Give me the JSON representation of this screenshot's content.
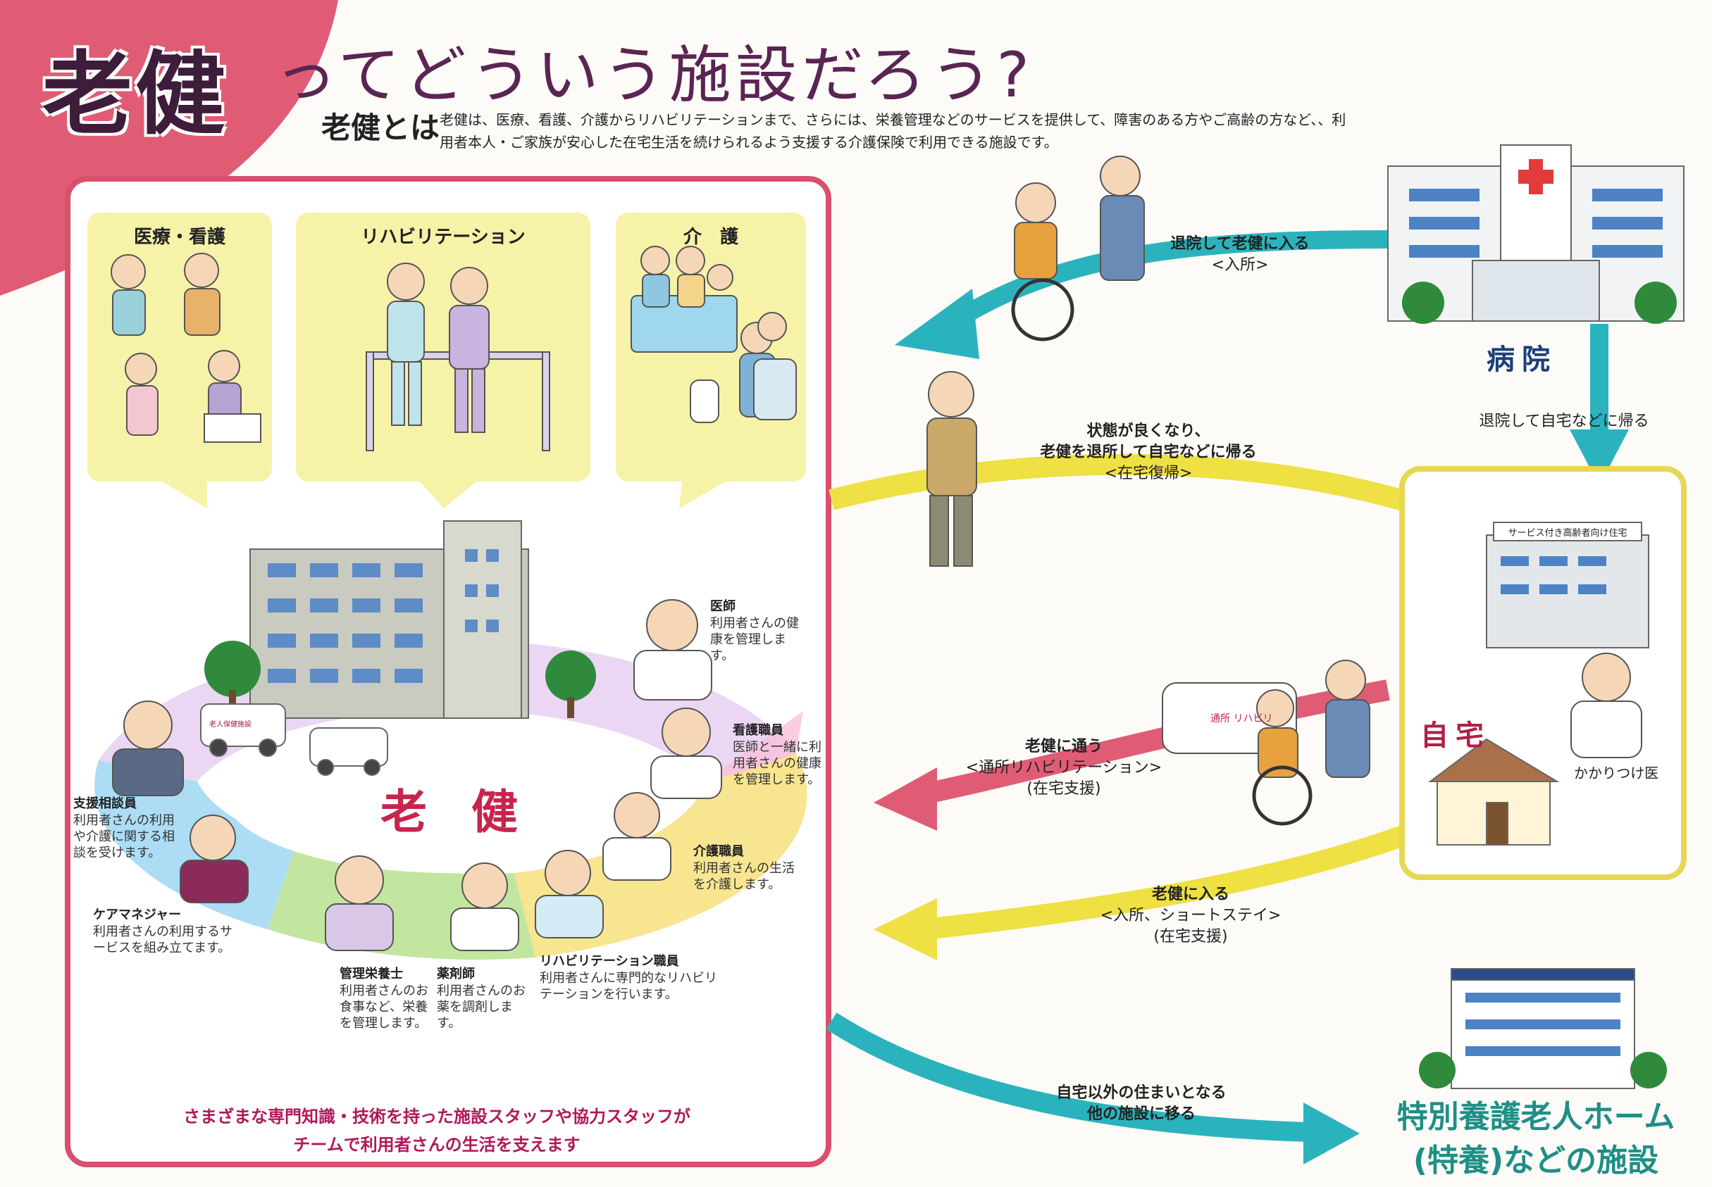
{
  "title": {
    "main": "老健",
    "rest": "ってどういう施設だろう?"
  },
  "about": {
    "label": "老健とは",
    "text": "老健は、医療、看護、介護からリハビリテーションまで、さらには、栄養管理などのサービスを提供して、障害のある方やご高齢の方など、、利用者本人・ご家族が安心した在宅生活を続けられるよう支援する介護保険で利用できる施設です。"
  },
  "categories": [
    "医療・看護",
    "リハビリテーション",
    "介　護"
  ],
  "center_label": "老 健",
  "roles": [
    {
      "name": "医師",
      "desc": "利用者さんの健康を管理します。"
    },
    {
      "name": "看護職員",
      "desc": "医師と一緒に利用者さんの健康を管理します。"
    },
    {
      "name": "介護職員",
      "desc": "利用者さんの生活を介護します。"
    },
    {
      "name": "リハビリテーション職員",
      "desc": "利用者さんに専門的なリハビリテーションを行います。"
    },
    {
      "name": "薬剤師",
      "desc": "利用者さんのお薬を調剤します。"
    },
    {
      "name": "管理栄養士",
      "desc": "利用者さんのお食事など、栄養を管理します。"
    },
    {
      "name": "ケアマネジャー",
      "desc": "利用者さんの利用するサービスを組み立てます。"
    },
    {
      "name": "支援相談員",
      "desc": "利用者さんの利用や介護に関する相談を受けます。"
    }
  ],
  "footer": {
    "line1": "さまざまな専門知識・技術を持った施設スタッフや協力スタッフが",
    "line2": "チームで利用者さんの生活を支えます"
  },
  "flows": {
    "admission_from_hospital": {
      "main": "退院して老健に入る",
      "sub": "<入所>"
    },
    "discharge_home_from_hospital": {
      "main": "退院して自宅などに帰る"
    },
    "return_home": {
      "main1": "状態が良くなり、",
      "main2": "老健を退所して自宅などに帰る",
      "sub": "<在宅復帰>"
    },
    "day_rehab": {
      "main": "老健に通う",
      "sub1": "<通所リハビリテーション>",
      "sub2": "(在宅支援)"
    },
    "short_stay": {
      "main": "老健に入る",
      "sub1": "<入所、ショートステイ>",
      "sub2": "(在宅支援)"
    },
    "other_facility": {
      "main1": "自宅以外の住まいとなる",
      "main2": "他の施設に移る"
    }
  },
  "places": {
    "hospital": "病院",
    "home": "自宅",
    "home_doctor": "かかりつけ医",
    "elderly_housing_sign": "サービス付き高齢者向け住宅",
    "special_nursing_home_line1": "特別養護老人ホーム",
    "special_nursing_home_line2": "(特養)などの施設"
  },
  "van_labels": {
    "roken_van": "老人保健施設",
    "day_van": "通所 リハビリ"
  },
  "colors": {
    "pink": "#e05c74",
    "rose_border": "#d9506c",
    "yellow_card": "#f6f2a8",
    "teal": "#2bb3bd",
    "yellow_arrow": "#efe043",
    "title": "#3d1d3a",
    "dest_text": "#1f8f86"
  }
}
